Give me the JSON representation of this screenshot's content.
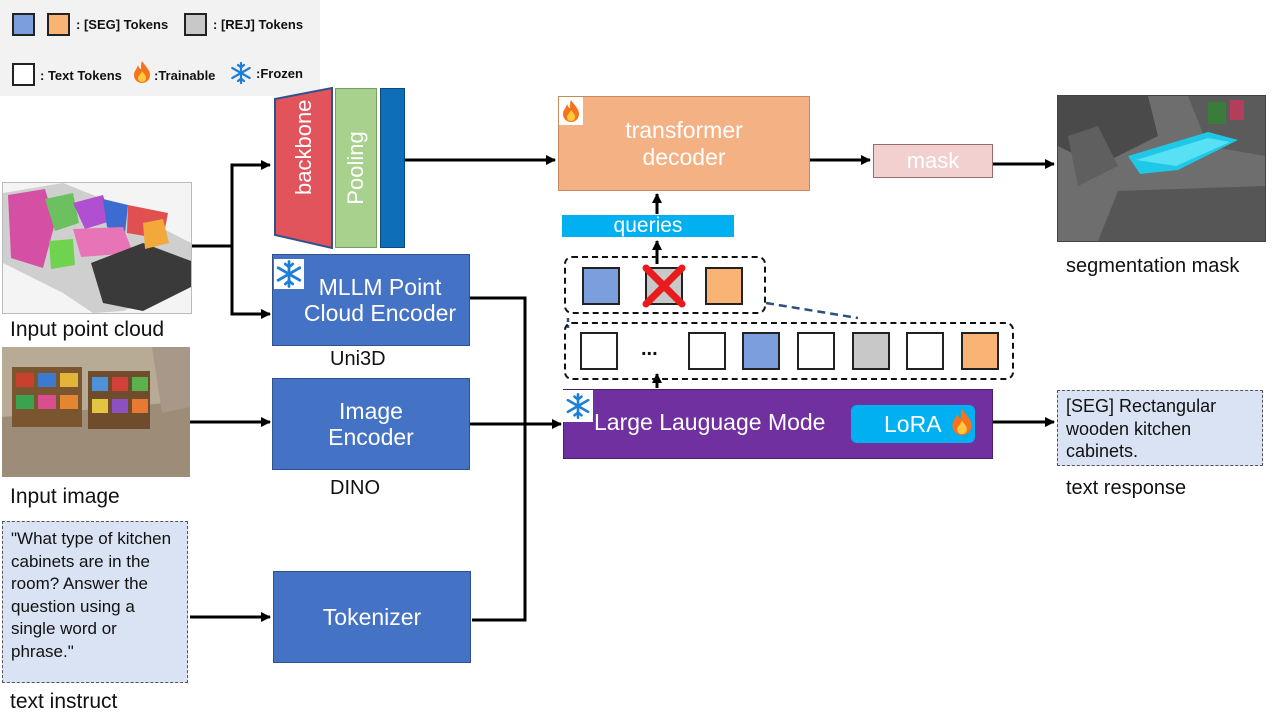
{
  "legend": {
    "seg_label": ": [SEG] Tokens",
    "rej_label": ": [REJ] Tokens",
    "text_label": ": Text Tokens",
    "trainable_label": ":Trainable",
    "frozen_label": ":Frozen"
  },
  "inputs": {
    "point_cloud_caption": "Input point cloud",
    "image_caption": "Input image",
    "instruction_caption": "text instruct",
    "instruction_text": "\"What type of kitchen cabinets are in the room? Answer the question using a single word or phrase.\""
  },
  "modules": {
    "backbone": "backbone",
    "pooling": "Pooling",
    "pc_encoder": "MLLM Point Cloud Encoder",
    "pc_encoder_name": "Uni3D",
    "image_encoder": "Image Encoder",
    "image_encoder_name": "DINO",
    "tokenizer": "Tokenizer",
    "llm": "Large Lauguage Mode",
    "lora": "LoRA",
    "decoder": "transformer decoder",
    "queries": "queries",
    "mask": "mask",
    "ellipsis": "..."
  },
  "outputs": {
    "seg_caption": "segmentation mask",
    "response_text": "[SEG] Rectangular wooden kitchen cabinets.",
    "response_caption": "text response"
  },
  "colors": {
    "seg_token": "#7a9fdc",
    "rej_token": "#c8c8c8",
    "text_token": "#ffffff",
    "orange_token": "#f9b475",
    "encoder_blue": "#4472c4",
    "backbone_red": "#e2545c",
    "pooling_green": "#a9d18e",
    "feature_blue": "#0f6eb8",
    "decoder_orange": "#f4b183",
    "queries_cyan": "#00b0f0",
    "mask_pink": "#f2d0cf",
    "llm_purple": "#7030a0",
    "note_bg": "#dae3f3"
  },
  "icons": [
    "fire-icon",
    "snowflake-icon",
    "reject-cross-icon"
  ]
}
